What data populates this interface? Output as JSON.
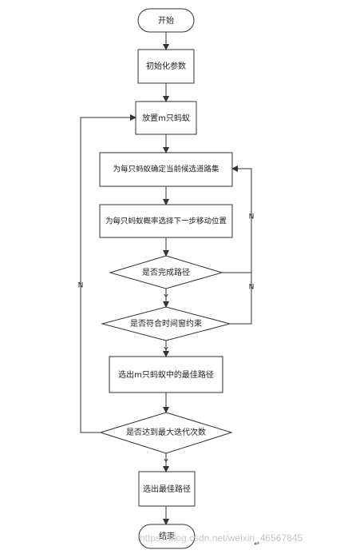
{
  "flowchart": {
    "nodes": {
      "start": "开始",
      "init": "初始化参数",
      "place": "放置m只蚂蚁",
      "candidate": "为每只蚂蚁确定当前候选道路集",
      "move": "为每只蚂蚁概率选择下一步移动位置",
      "complete_check": "是否完成路径",
      "time_check": "是否符合时间窗约束",
      "best_m": "选出m只蚂蚁中的最佳路径",
      "iter_check": "是否达到最大迭代次数",
      "best_path": "选出最佳路径",
      "end": "结束"
    },
    "edge_labels": {
      "complete_yes": "Y",
      "complete_no": "N",
      "time_yes": "Y",
      "time_no": "N",
      "iter_yes": "Y",
      "iter_no": "N"
    }
  },
  "watermark": "https://blog.csdn.net/weixin_46567845",
  "paragraph_mark": "↵"
}
